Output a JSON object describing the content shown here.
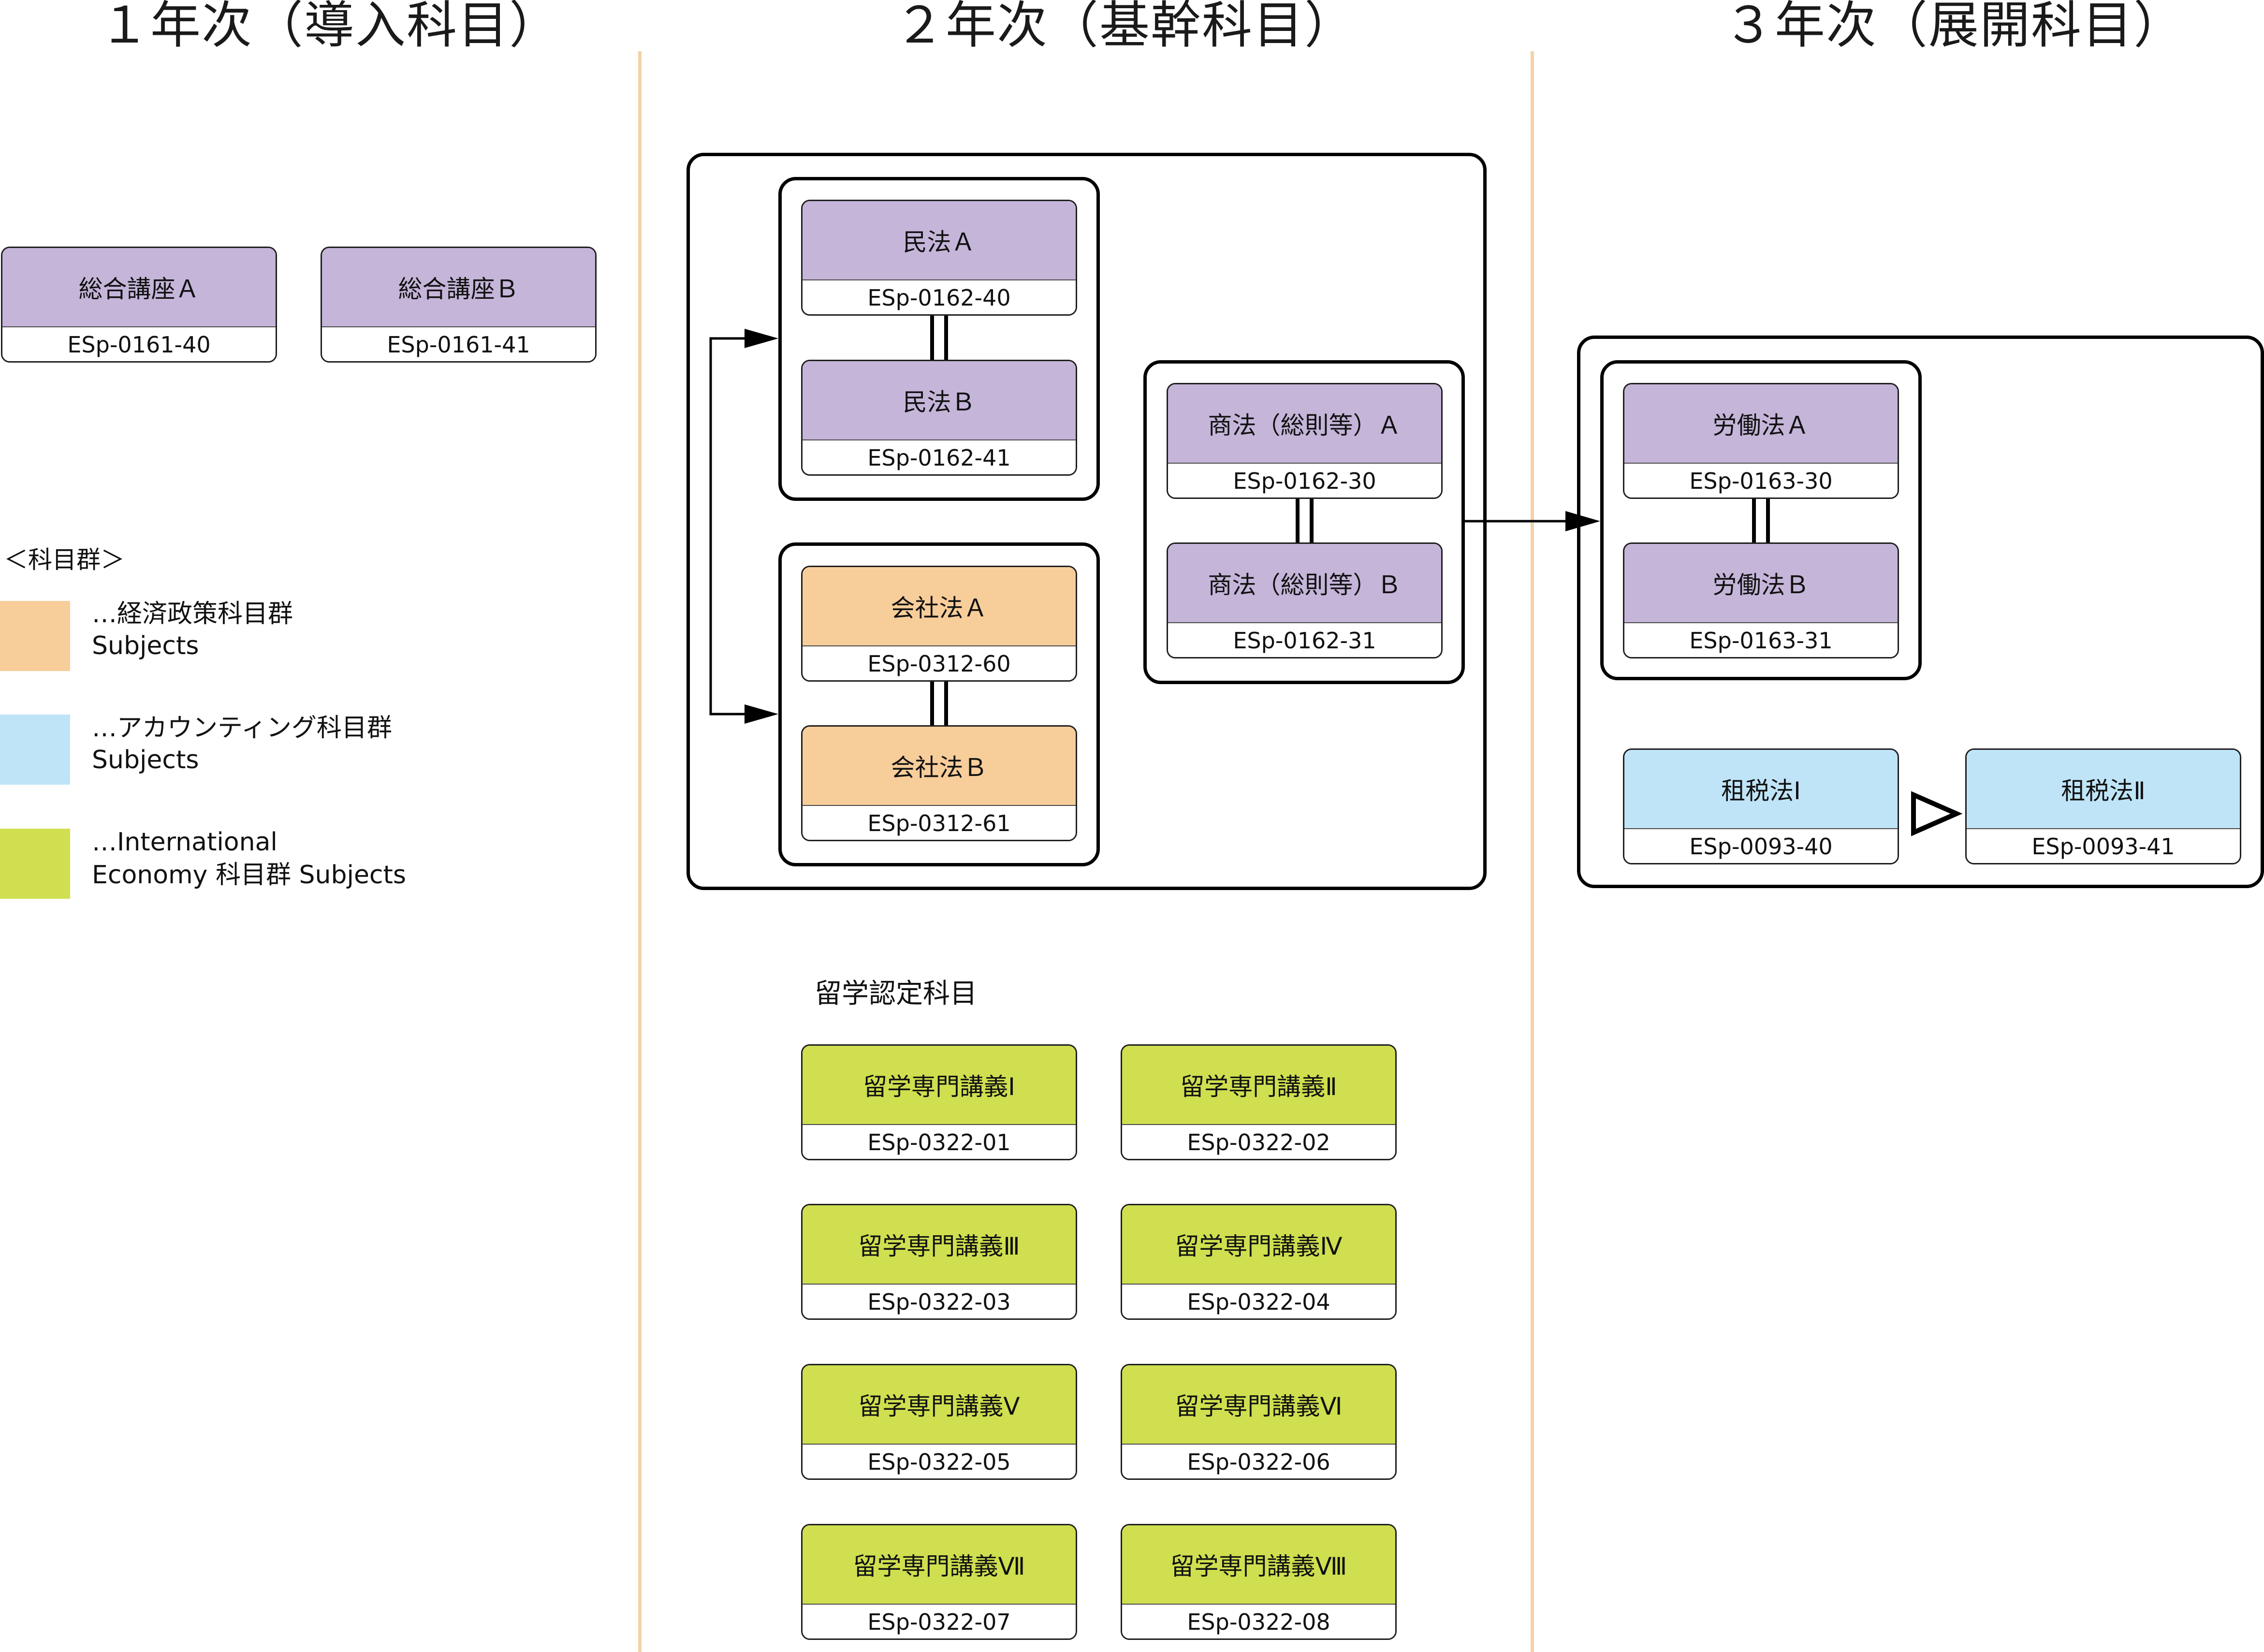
{
  "colors": {
    "purple": "#c5b5d9",
    "orange": "#f7cd9a",
    "blue": "#bfe4f8",
    "green": "#cfdf4f",
    "divider": "#f3d2a6"
  },
  "headings": {
    "year1": "１年次（導入科目）",
    "year2": "２年次（基幹科目）",
    "year3": "３年次（展開科目）"
  },
  "courses": {
    "sogo_a": {
      "name": "総合講座Ａ",
      "code": "ESp-0161-40"
    },
    "sogo_b": {
      "name": "総合講座Ｂ",
      "code": "ESp-0161-41"
    },
    "minpo_a": {
      "name": "民法Ａ",
      "code": "ESp-0162-40"
    },
    "minpo_b": {
      "name": "民法Ｂ",
      "code": "ESp-0162-41"
    },
    "kaisha_a": {
      "name": "会社法Ａ",
      "code": "ESp-0312-60"
    },
    "kaisha_b": {
      "name": "会社法Ｂ",
      "code": "ESp-0312-61"
    },
    "shoho_a": {
      "name": "商法（総則等）Ａ",
      "code": "ESp-0162-30"
    },
    "shoho_b": {
      "name": "商法（総則等）Ｂ",
      "code": "ESp-0162-31"
    },
    "rodo_a": {
      "name": "労働法Ａ",
      "code": "ESp-0163-30"
    },
    "rodo_b": {
      "name": "労働法Ｂ",
      "code": "ESp-0163-31"
    },
    "sozei_1": {
      "name": "租税法Ⅰ",
      "code": "ESp-0093-40"
    },
    "sozei_2": {
      "name": "租税法Ⅱ",
      "code": "ESp-0093-41"
    }
  },
  "legend": {
    "title": "＜科目群＞",
    "economic_line1": "…経済政策科目群",
    "economic_line2": "Subjects",
    "accounting_line1": "…アカウンティング科目群",
    "accounting_line2": "Subjects",
    "international_line1": "…International",
    "international_line2": "Economy 科目群 Subjects"
  },
  "study_abroad": {
    "label": "留学認定科目",
    "courses": [
      {
        "name": "留学専門講義Ⅰ",
        "code": "ESp-0322-01"
      },
      {
        "name": "留学専門講義Ⅱ",
        "code": "ESp-0322-02"
      },
      {
        "name": "留学専門講義Ⅲ",
        "code": "ESp-0322-03"
      },
      {
        "name": "留学専門講義Ⅳ",
        "code": "ESp-0322-04"
      },
      {
        "name": "留学専門講義Ⅴ",
        "code": "ESp-0322-05"
      },
      {
        "name": "留学専門講義Ⅵ",
        "code": "ESp-0322-06"
      },
      {
        "name": "留学専門講義Ⅶ",
        "code": "ESp-0322-07"
      },
      {
        "name": "留学専門講義Ⅷ",
        "code": "ESp-0322-08"
      }
    ]
  }
}
